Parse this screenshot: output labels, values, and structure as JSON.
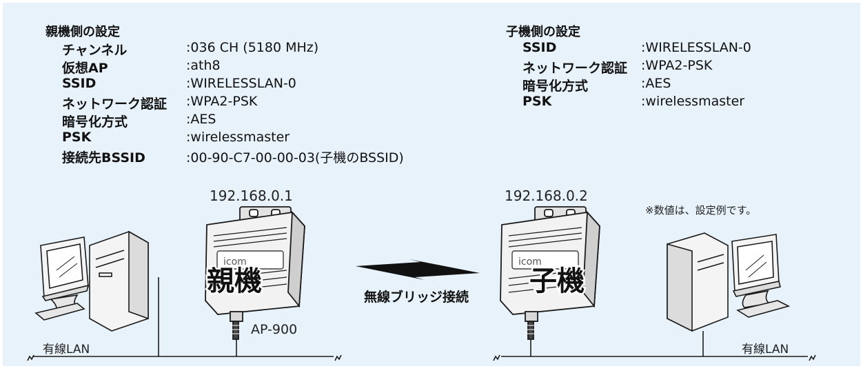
{
  "parent_settings": {
    "title": "親機側の設定",
    "rows": [
      {
        "key": "チャンネル",
        "value": ":036 CH (5180 MHz)"
      },
      {
        "key": "仮想AP",
        "value": ":ath8"
      },
      {
        "key": "SSID",
        "value": ":WIRELESSLAN-0"
      },
      {
        "key": "ネットワーク認証",
        "value": ":WPA2-PSK"
      },
      {
        "key": "暗号化方式",
        "value": ":AES"
      },
      {
        "key": "PSK",
        "value": ":wirelessmaster"
      },
      {
        "key": "接続先BSSID",
        "value": ":00-90-C7-00-00-03(子機のBSSID)"
      }
    ]
  },
  "child_settings": {
    "title": "子機側の設定",
    "rows": [
      {
        "key": "SSID",
        "value": ":WIRELESSLAN-0"
      },
      {
        "key": "ネットワーク認証",
        "value": ":WPA2-PSK"
      },
      {
        "key": "暗号化方式",
        "value": ":AES"
      },
      {
        "key": "PSK",
        "value": ":wirelessmaster"
      }
    ]
  },
  "diagram": {
    "parent_ip": "192.168.0.1",
    "child_ip": "192.168.0.2",
    "parent_badge": "親機",
    "child_badge": "子機",
    "device_brand": "icom",
    "model": "AP-900",
    "bridge_label": "無線ブリッジ接続",
    "lan_left": "有線LAN",
    "lan_right": "有線LAN",
    "note": "※数値は、設定例です。"
  },
  "colors": {
    "background": "#e8f2fa",
    "device_body": "#f2f2f2",
    "outline": "#1a1a1a"
  }
}
